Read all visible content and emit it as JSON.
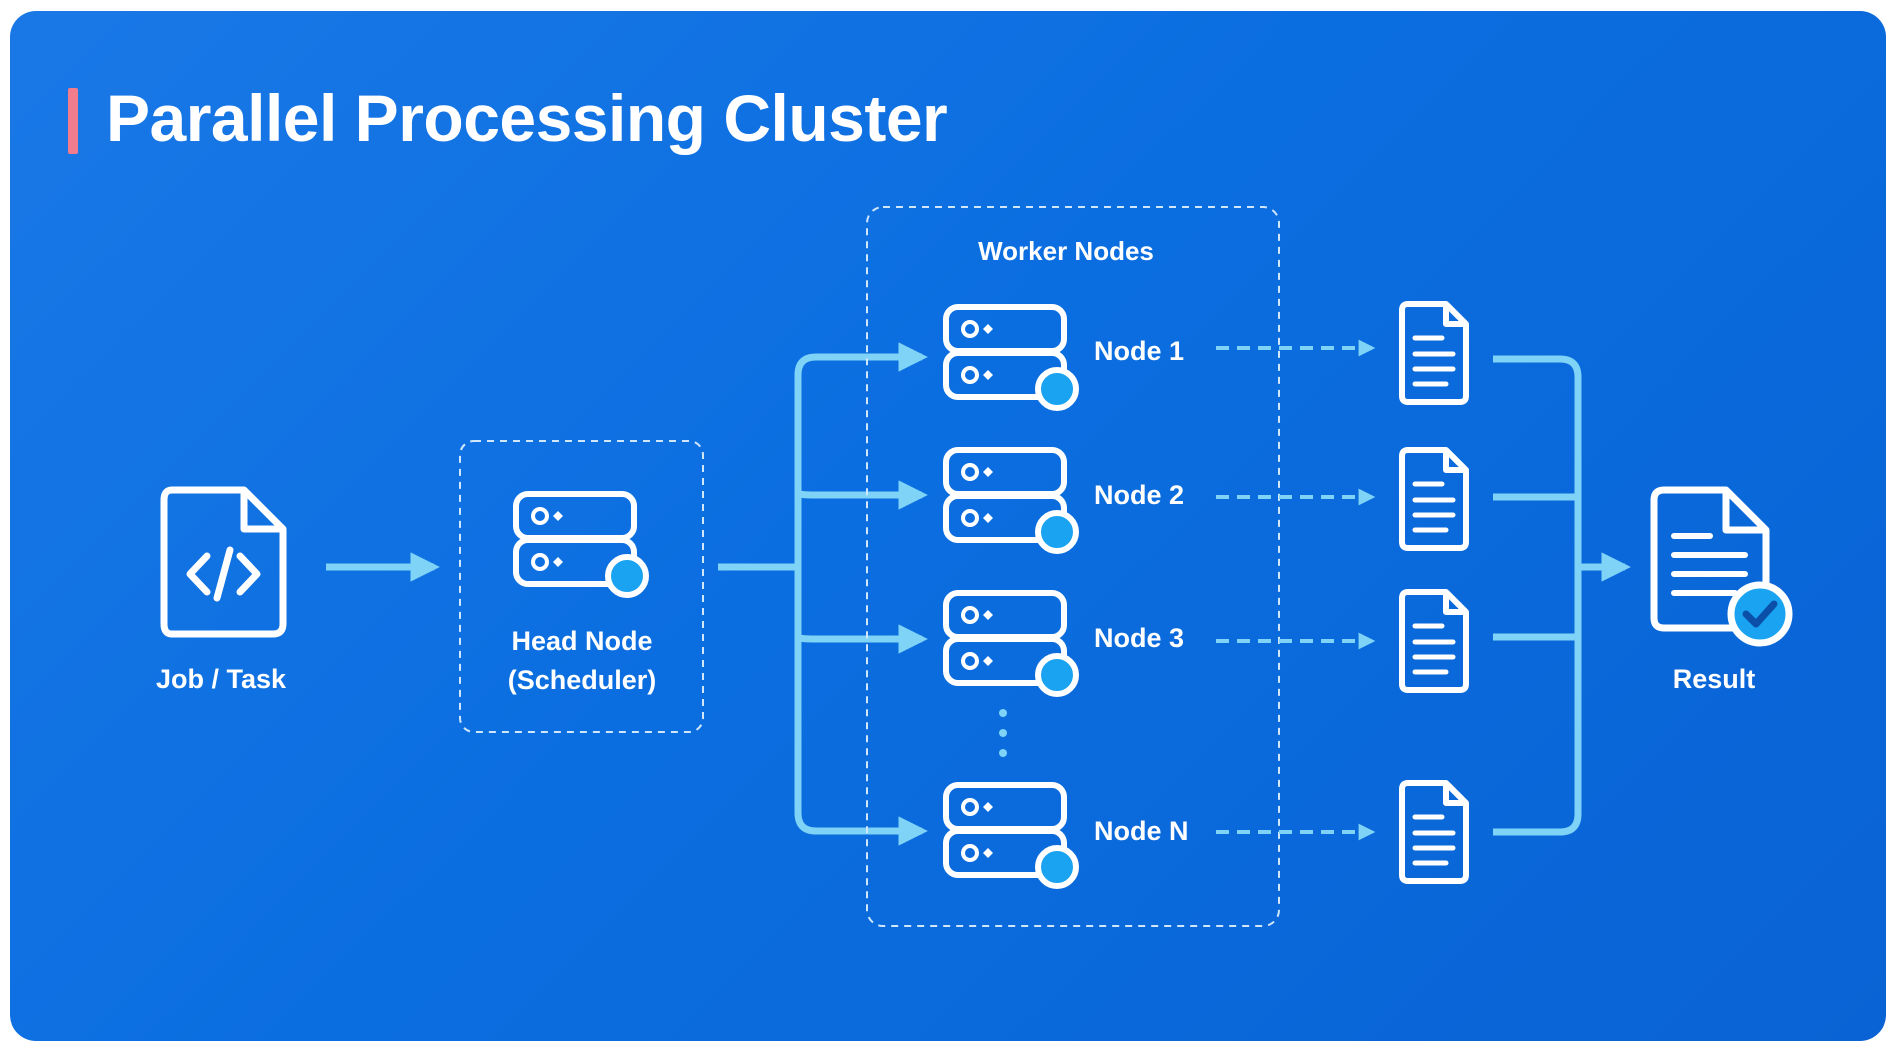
{
  "title": "Parallel Processing Cluster",
  "colors": {
    "background": "#0b6ee0",
    "accent_bar": "#f07c8c",
    "connector": "#7ed3f7",
    "status_dot": "#1aa3f0",
    "foreground": "#ffffff"
  },
  "input": {
    "label": "Job / Task",
    "icon": "code-file-icon"
  },
  "head_node": {
    "label_line1": "Head Node",
    "label_line2": "(Scheduler)",
    "icon": "server-icon"
  },
  "workers": {
    "group_label": "Worker Nodes",
    "nodes": [
      {
        "label": "Node 1"
      },
      {
        "label": "Node 2"
      },
      {
        "label": "Node 3"
      },
      {
        "label": "Node N"
      }
    ]
  },
  "result": {
    "label": "Result",
    "icon": "document-check-icon"
  }
}
